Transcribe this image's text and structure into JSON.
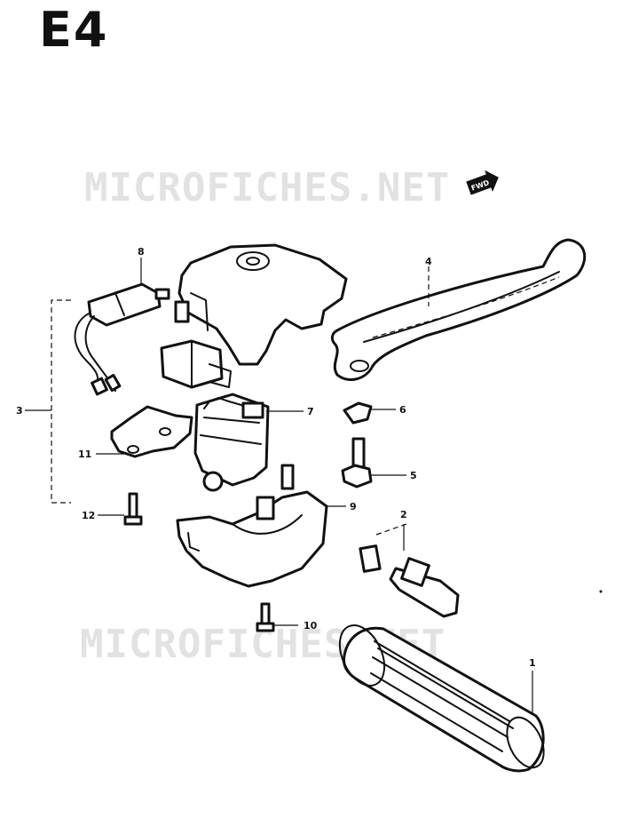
{
  "title": "E4",
  "watermark": "MICROFICHES.NET",
  "fwd_label": "FWD",
  "callouts": {
    "c1": "1",
    "c2": "2",
    "c3": "3",
    "c4": "4",
    "c5": "5",
    "c6": "6",
    "c7": "7",
    "c8": "8",
    "c9": "9",
    "c10": "10",
    "c11": "11",
    "c12": "12"
  },
  "colors": {
    "line": "#111111",
    "watermark": "#e2e2e2",
    "background": "#ffffff"
  }
}
